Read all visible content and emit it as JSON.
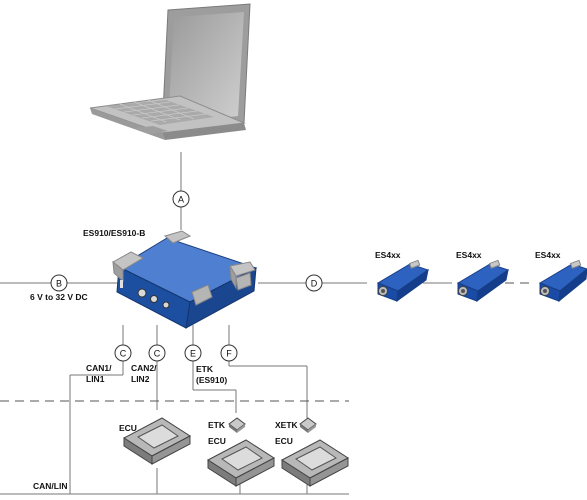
{
  "device": {
    "label": "ES910/ES910-B"
  },
  "connectors": [
    {
      "id": "A",
      "label": ""
    },
    {
      "id": "B",
      "label": "6 V to 32 V DC"
    },
    {
      "id": "C",
      "label": "CAN1/\nLIN1"
    },
    {
      "id": "C",
      "label": "CAN2/\nLIN2"
    },
    {
      "id": "E",
      "label": "ETK\n(ES910)"
    },
    {
      "id": "F",
      "label": ""
    },
    {
      "id": "D",
      "label": ""
    }
  ],
  "modules": [
    "ES4xx",
    "ES4xx",
    "ES4xx"
  ],
  "ecus": [
    {
      "label": "ECU",
      "tag": ""
    },
    {
      "label": "ECU",
      "tag": "ETK"
    },
    {
      "label": "ECU",
      "tag": "XETK"
    }
  ],
  "bus": {
    "label": "CAN/LIN"
  },
  "colors": {
    "device_blue": "#1c4fa0",
    "metal_grey": "#b5b5b5",
    "line": "#777777"
  }
}
